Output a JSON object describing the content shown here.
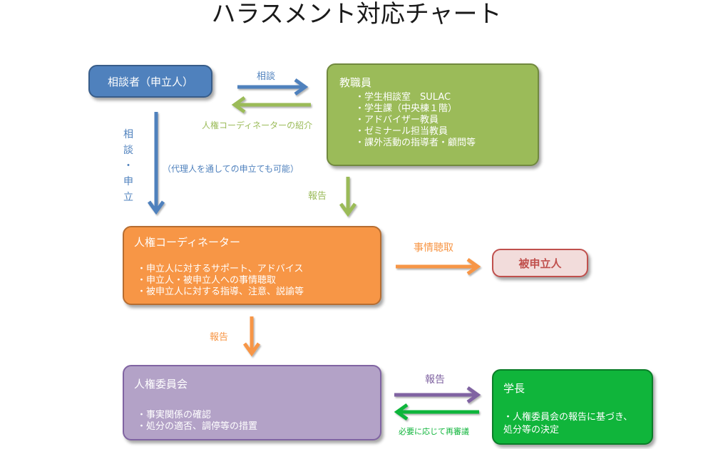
{
  "title": "ハラスメント対応チャート",
  "nodes": {
    "applicant": {
      "label": "相談者（申立人）"
    },
    "staff": {
      "label": "教職員",
      "items": [
        "学生相談室　SULAC",
        "学生課（中央棟１階）",
        "アドバイザー教員",
        "ゼミナール担当教員",
        "課外活動の指導者・顧問等"
      ]
    },
    "coordinator": {
      "label": "人権コーディネーター",
      "items": [
        "申立人に対するサポート、アドバイス",
        "申立人・被申立人への事情聴取",
        "被申立人に対する指導、注意、説諭等"
      ]
    },
    "respondent": {
      "label": "被申立人"
    },
    "committee": {
      "label": "人権委員会",
      "items": [
        "事実関係の確認",
        "処分の適否、調停等の措置"
      ]
    },
    "president": {
      "label": "学長",
      "items": [
        "人権委員会の報告に基づき、処分等の決定"
      ]
    }
  },
  "edges": {
    "consult": "相談",
    "introduce": "人権コーディネーターの紹介",
    "consult_apply": [
      "相",
      "談",
      "・",
      "申",
      "立"
    ],
    "proxy_note": "（代理人を通しての申立ても可能）",
    "report_staff": "報告",
    "hearing": "事情聴取",
    "report_coord": "報告",
    "report_committee": "報告",
    "redeliberate": "必要に応じて再審議"
  },
  "colors": {
    "blue": "#4f81bd",
    "green": "#9bbb59",
    "orange": "#f79646",
    "red_fill": "#f2dcdb",
    "purple": "#b3a2c7",
    "purple_arrow": "#8064a2",
    "bright_green": "#10b53b"
  }
}
